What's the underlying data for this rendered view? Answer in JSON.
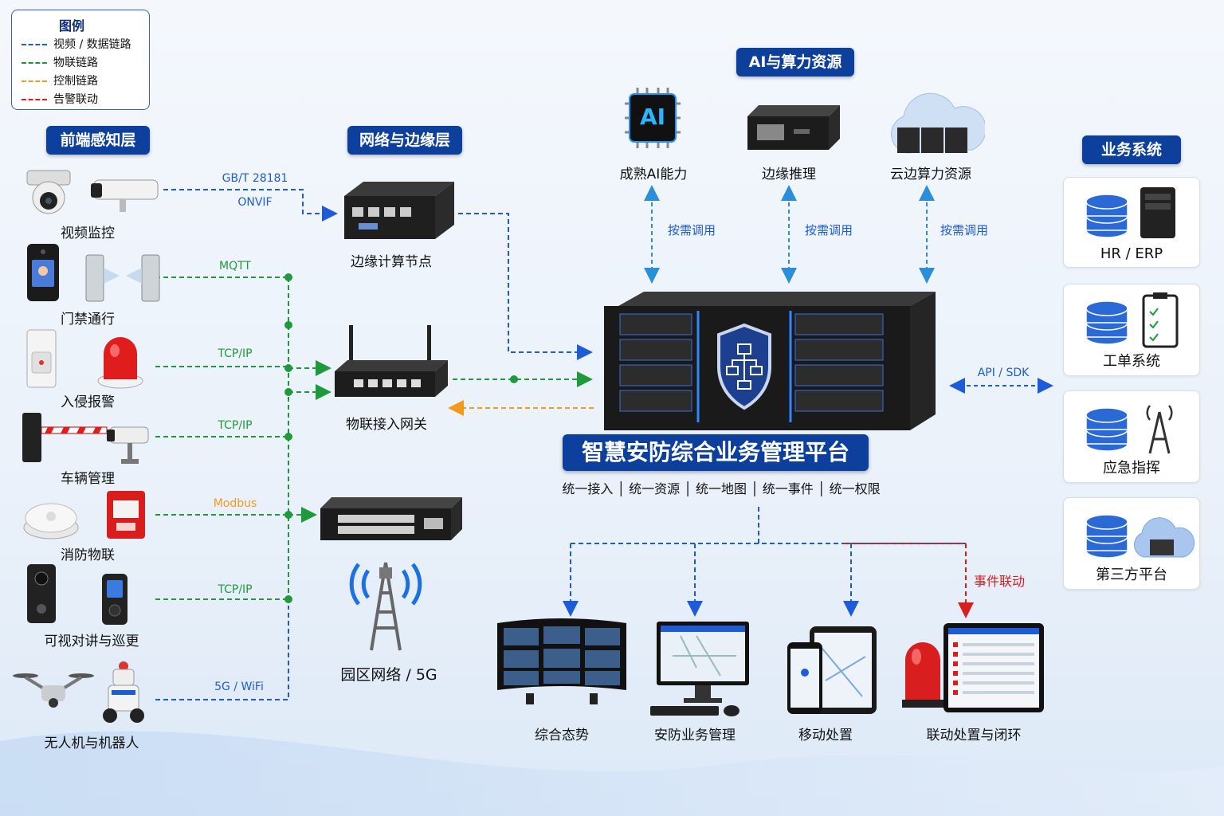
{
  "legend": {
    "title": "图例",
    "items": [
      {
        "label": "视频 / 数据链路",
        "color": "#1e5bd6"
      },
      {
        "label": "物联链路",
        "color": "#1f9a3b"
      },
      {
        "label": "控制链路",
        "color": "#f29a1c"
      },
      {
        "label": "告警联动",
        "color": "#d81e1e"
      }
    ]
  },
  "layers": {
    "front": "前端感知层",
    "network": "网络与边缘层",
    "ai": "AI与算力资源",
    "business": "业务系统"
  },
  "devices": {
    "video": "视频监控",
    "access": "门禁通行",
    "intrusion": "入侵报警",
    "vehicle": "车辆管理",
    "fire": "消防物联",
    "intercom": "可视对讲与巡更",
    "drone": "无人机与机器人"
  },
  "protocols": {
    "gbt": "GB/T 28181",
    "onvif": "ONVIF",
    "mqtt": "MQTT",
    "tcp1": "TCP/IP",
    "tcp2": "TCP/IP",
    "modbus": "Modbus",
    "tcp3": "TCP/IP",
    "fiveg": "5G / WiFi"
  },
  "network": {
    "edge_node": "边缘计算节点",
    "iot_gateway": "物联接入网关",
    "campus": "园区网络 / 5G"
  },
  "ai": {
    "chip_text": "AI",
    "mature": "成熟AI能力",
    "edge_infer": "边缘推理",
    "cloud": "云边算力资源",
    "on_demand_1": "按需调用",
    "on_demand_2": "按需调用",
    "on_demand_3": "按需调用"
  },
  "platform": {
    "title": "智慧安防综合业务管理平台",
    "subtitle": "统一接入 │ 统一资源 │ 统一地图 │ 统一事件 │ 统一权限",
    "api": "API / SDK"
  },
  "business": [
    "HR / ERP",
    "工单系统",
    "应急指挥",
    "第三方平台"
  ],
  "apps": {
    "situation": "综合态势",
    "security": "安防业务管理",
    "mobile": "移动处置",
    "linkage": "联动处置与闭环",
    "event": "事件联动"
  },
  "colors": {
    "blue": "#1e5bd6",
    "green": "#1f9a3b",
    "orange": "#f29a1c",
    "red": "#d81e1e",
    "navy": "#0d3f9c"
  }
}
